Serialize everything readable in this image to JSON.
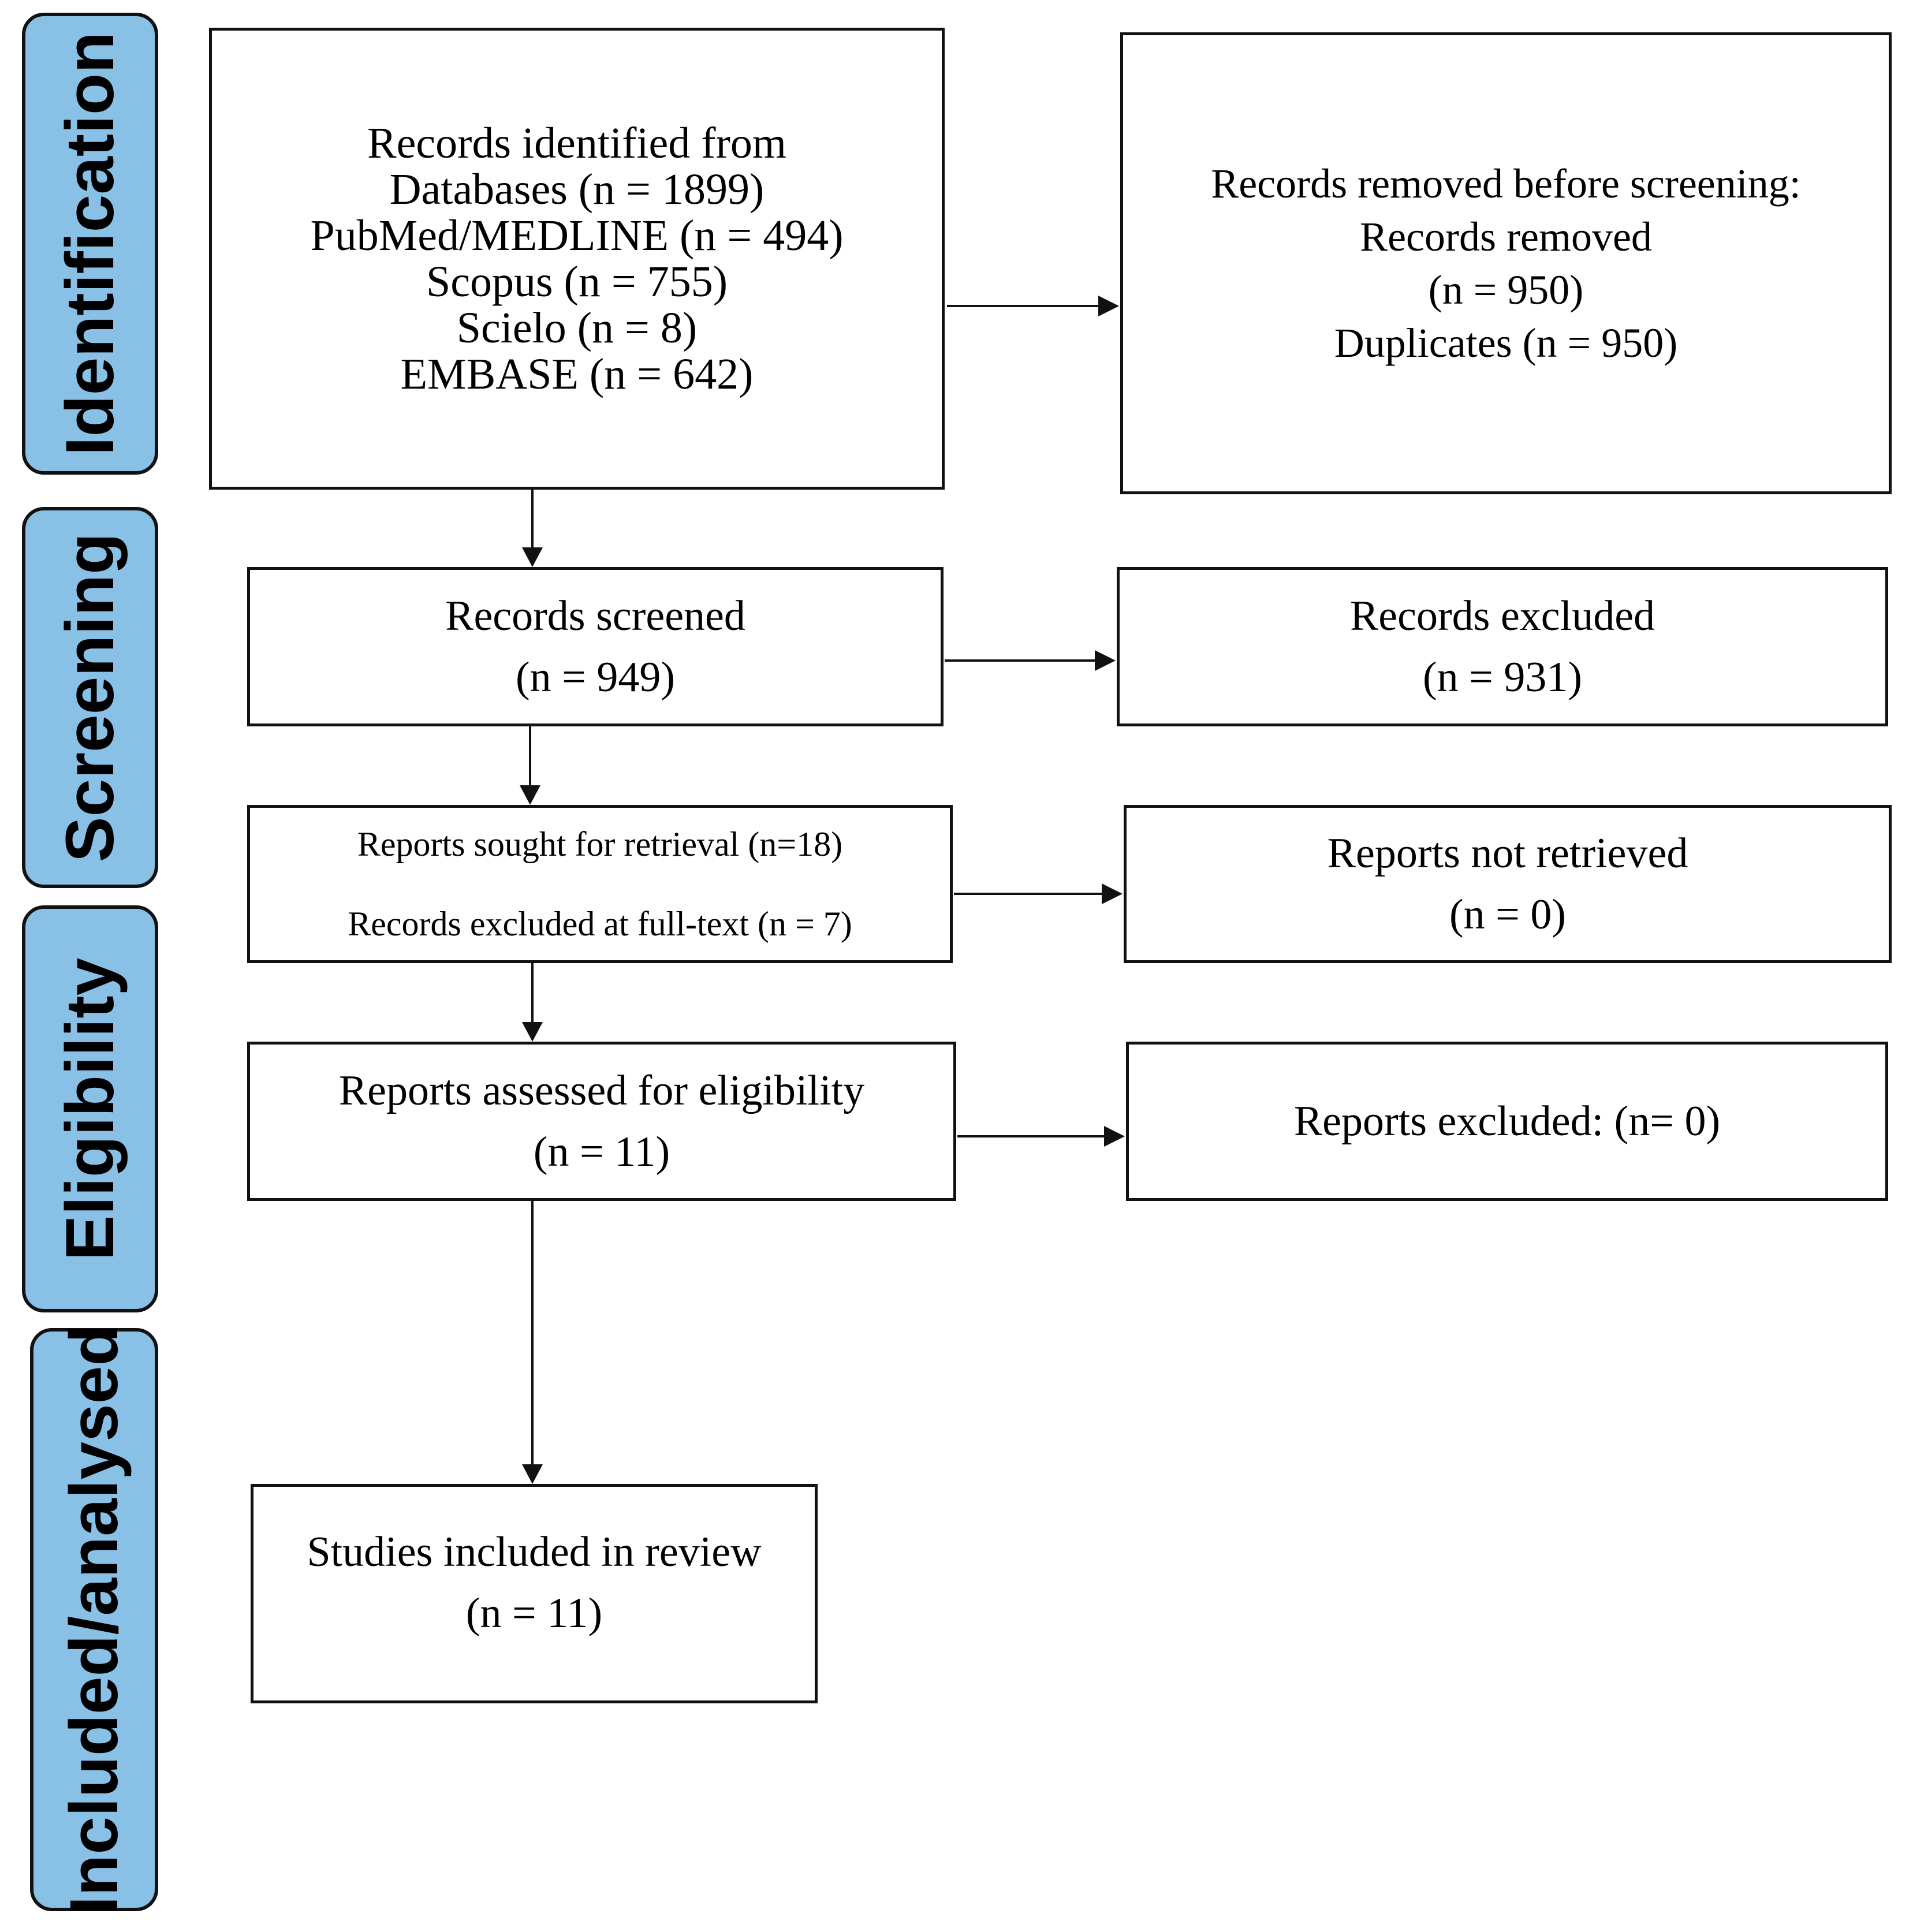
{
  "phases": {
    "identification": "Identification",
    "screening": "Screening",
    "eligibility": "Eligibility",
    "included": "Included/analysed"
  },
  "boxes": {
    "records_identified": [
      "Records identified from",
      "Databases (n = 1899)",
      "PubMed/MEDLINE (n = 494)",
      "Scopus (n = 755)",
      "Scielo (n = 8)",
      "EMBASE (n = 642)"
    ],
    "records_removed": [
      "Records removed before screening:",
      "Records removed",
      "(n = 950)",
      "Duplicates (n = 950)"
    ],
    "records_screened": [
      "Records screened",
      "(n = 949)"
    ],
    "records_excluded": [
      "Records excluded",
      "(n = 931)"
    ],
    "reports_sought": [
      "Reports sought for retrieval (n=18)",
      "Records excluded at full-text (n = 7)"
    ],
    "reports_not_retrieved": [
      "Reports not retrieved",
      "(n = 0)"
    ],
    "reports_assessed": [
      "Reports assessed for eligibility",
      "(n = 11)"
    ],
    "reports_excluded": [
      "Reports excluded: (n= 0)"
    ],
    "studies_included": [
      "Studies included in review",
      "(n = 11)"
    ]
  },
  "colors": {
    "phase_fill": "#89c0e6",
    "stroke": "#111111"
  }
}
